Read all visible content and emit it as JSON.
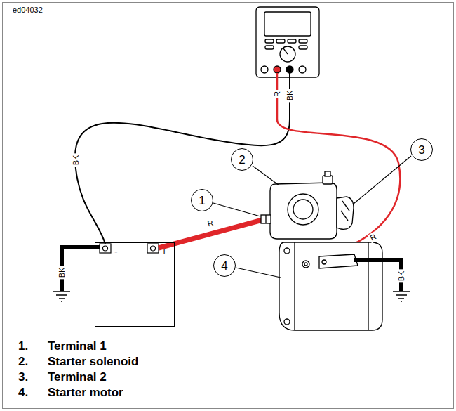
{
  "diagram": {
    "nodes": [
      {
        "text": [
          "1"
        ]
      },
      {
        "text": [
          "2"
        ]
      },
      {
        "text": [
          "3"
        ]
      },
      {
        "text": [
          "4"
        ]
      },
      {
        "text": [
          "-",
          "+"
        ]
      }
    ],
    "labels": [
      "ed04032",
      "R",
      "BK",
      "BK",
      "BK",
      "R",
      "R",
      "BK",
      "1.",
      "Terminal 1",
      "2.",
      "Starter solenoid",
      "3.",
      "Terminal 2",
      "4.",
      "Starter motor"
    ]
  }
}
